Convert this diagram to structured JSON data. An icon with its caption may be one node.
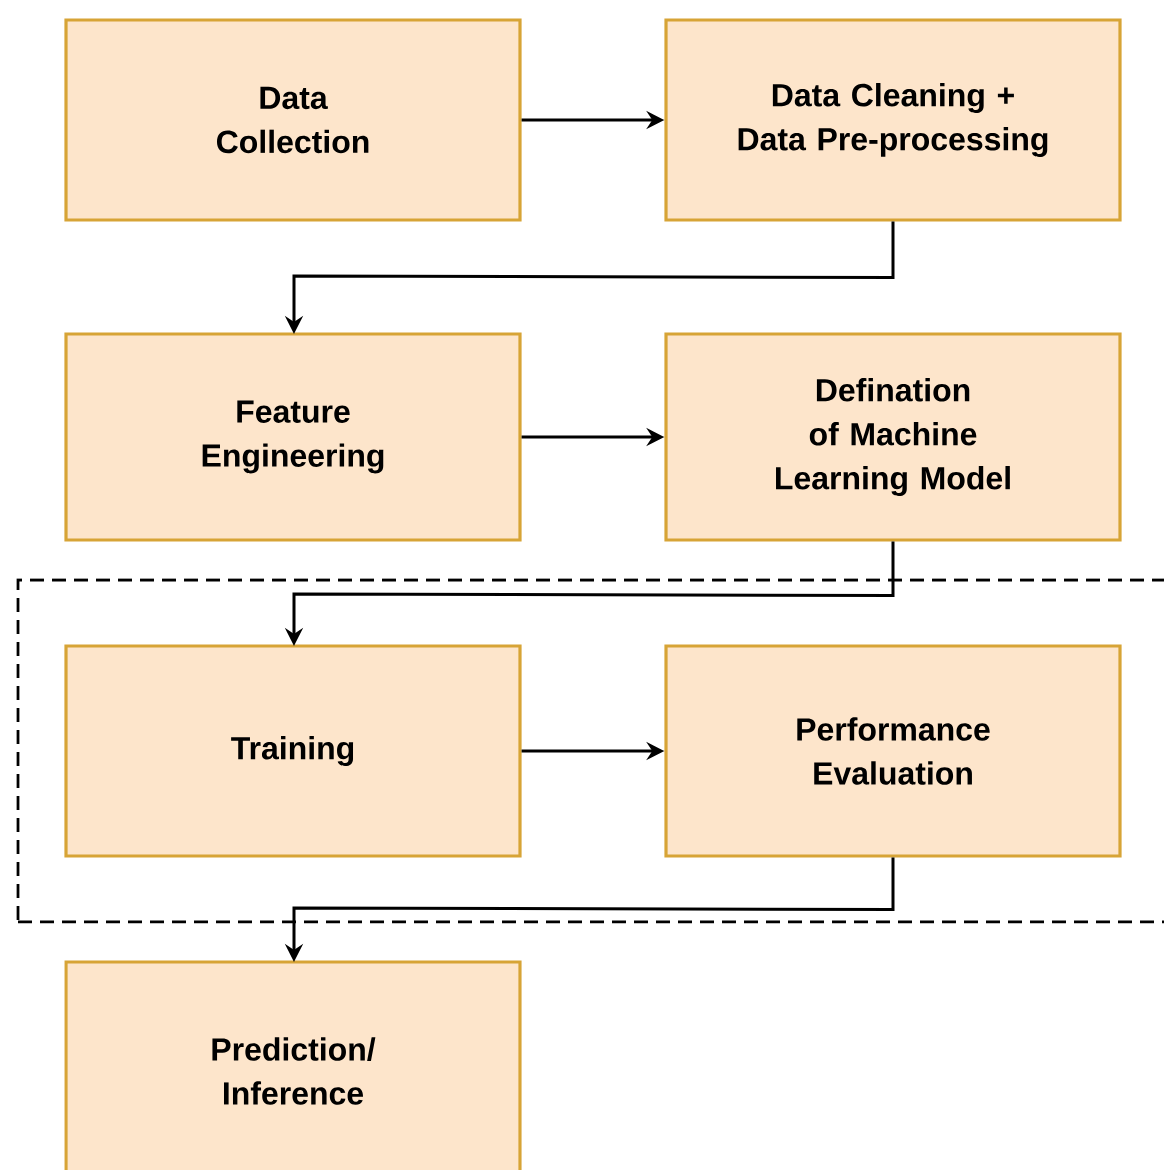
{
  "diagram": {
    "nodes": [
      {
        "text": [
          "Data Collection"
        ]
      },
      {
        "text": [
          "Data Cleaning + Data Pre-processing"
        ]
      },
      {
        "text": [
          "Feature Engineering"
        ]
      },
      {
        "text": [
          "Defination of Machine Learning Model"
        ]
      },
      {
        "text": [],
        "shape": "box"
      },
      {
        "text": [
          "Training"
        ],
        "in": 4
      },
      {
        "text": [
          "Performance Evaluation"
        ],
        "in": 4
      },
      {
        "text": [
          "Prediction/ Inference"
        ]
      }
    ],
    "edges": [
      {
        "from": 0,
        "to": 1,
        "arrow": "to"
      },
      {
        "from": 1,
        "to": 2,
        "arrow": "to"
      },
      {
        "from": 2,
        "to": 3,
        "arrow": "to"
      },
      {
        "from": 3,
        "to": 5,
        "arrow": "to"
      },
      {
        "from": 5,
        "to": 6,
        "arrow": "to"
      },
      {
        "from": 6,
        "to": 7,
        "arrow": "to"
      }
    ]
  }
}
